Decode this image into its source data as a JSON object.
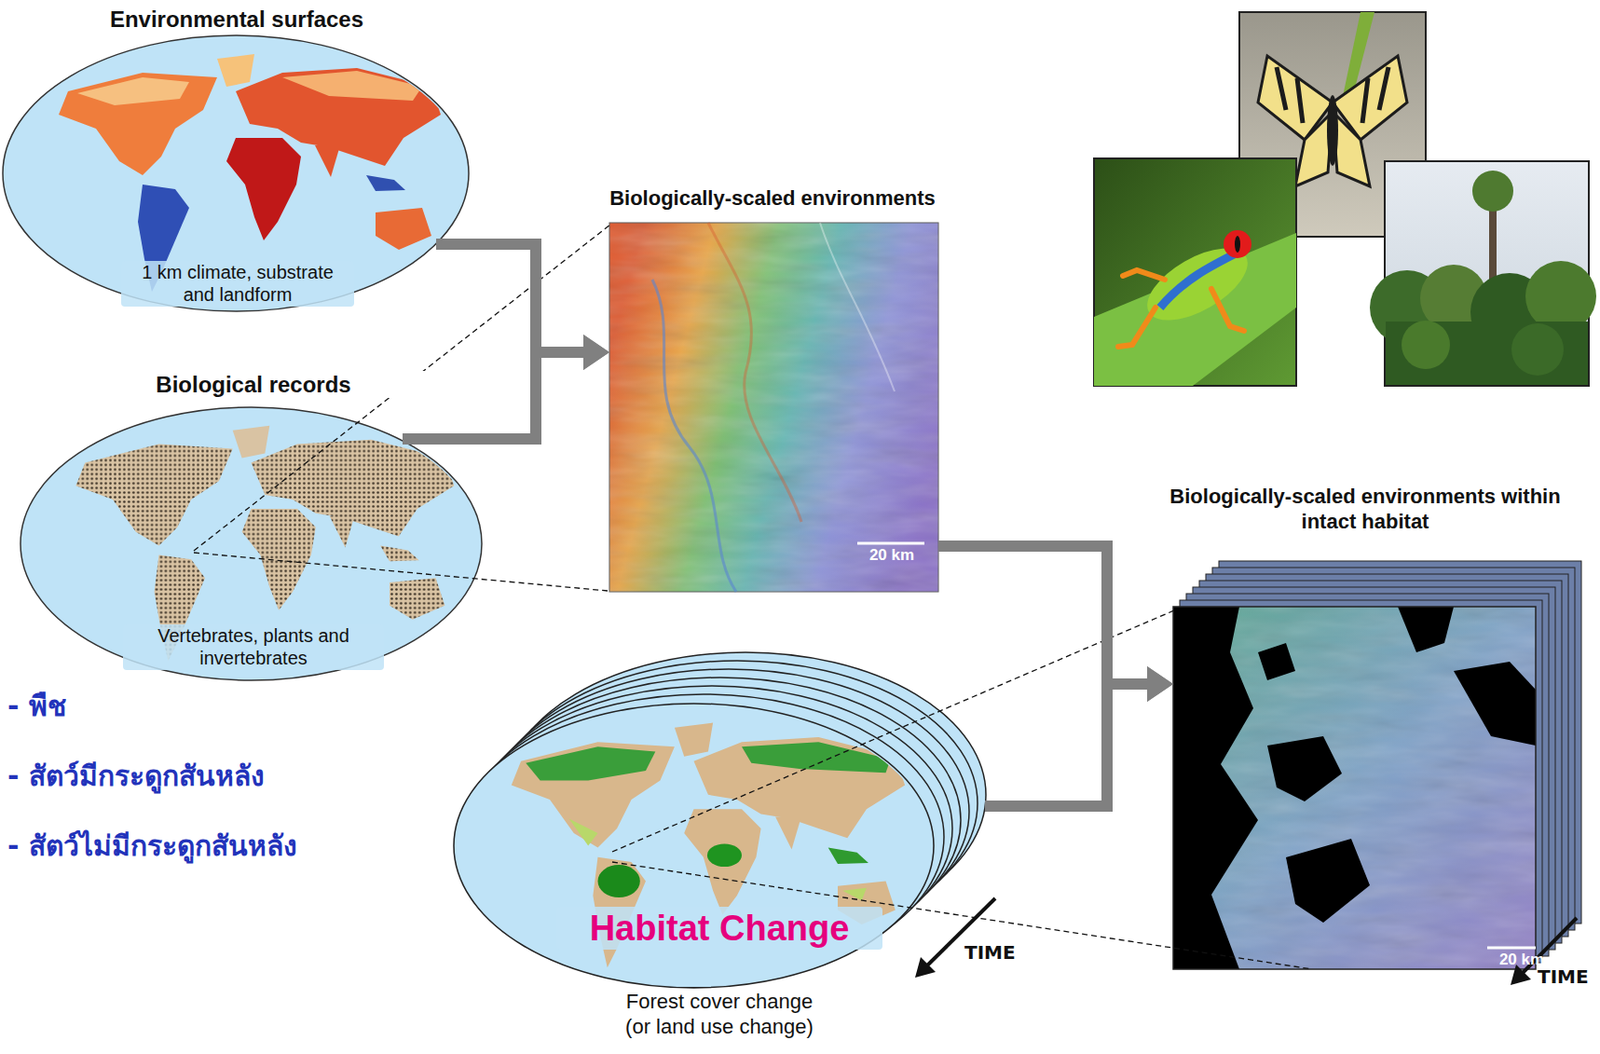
{
  "diagram": {
    "nodes": [
      {
        "text": [
          "Environmental surfaces",
          "1 km climate, substrate and landform"
        ]
      },
      {
        "text": [
          "Biological records",
          "Vertebrates, plants and invertebrates"
        ]
      },
      {
        "text": [
          "Biologically-scaled environments",
          "20 km"
        ]
      },
      {
        "text": [
          "Habitat Change",
          "Forest cover change (or land use change)"
        ]
      },
      {
        "text": [
          "Biologically-scaled environments within intact habitat",
          "20 km"
        ]
      }
    ],
    "edges": [
      {
        "from": 0,
        "to": 2,
        "arrow": "to"
      },
      {
        "from": 1,
        "to": 2,
        "arrow": "to"
      },
      {
        "from": 2,
        "to": 4,
        "arrow": "to"
      },
      {
        "from": 3,
        "to": 4,
        "arrow": "to"
      }
    ],
    "labels": [
      "- พืช",
      "- สัตว์มีกระดูกสันหลัง",
      "- สัตว์ไม่มีกระดูกสันหลัง",
      "TIME",
      "TIME"
    ]
  }
}
